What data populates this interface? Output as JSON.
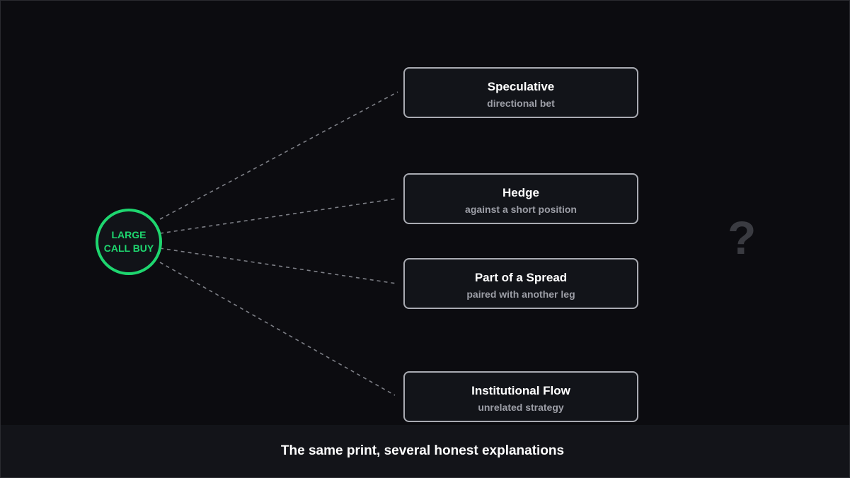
{
  "hub": {
    "line1": "LARGE",
    "line2": "CALL BUY",
    "color": "#1ed66f"
  },
  "explanations": [
    {
      "title": "Speculative",
      "subtitle": "directional bet"
    },
    {
      "title": "Hedge",
      "subtitle": "against a short position"
    },
    {
      "title": "Part of a Spread",
      "subtitle": "paired with another leg"
    },
    {
      "title": "Institutional Flow",
      "subtitle": "unrelated strategy"
    }
  ],
  "question_mark": "?",
  "caption": "The same print, several honest explanations"
}
